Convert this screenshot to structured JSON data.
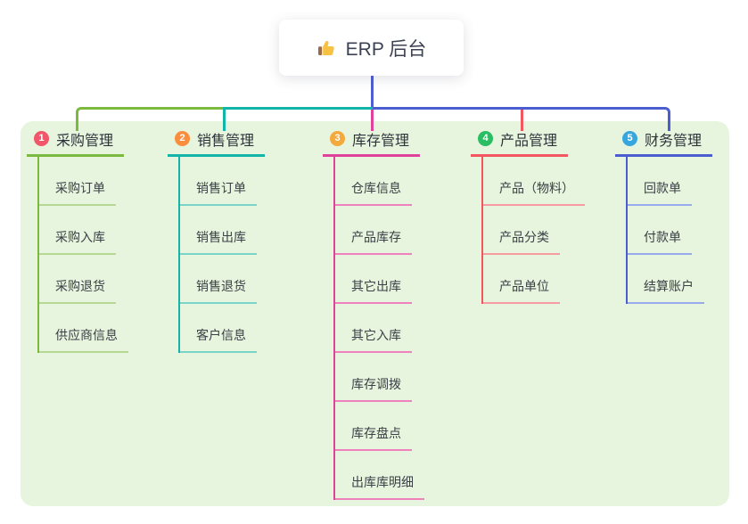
{
  "root": {
    "icon": "thumbs-up-icon",
    "label": "ERP 后台"
  },
  "canvas": {
    "page_background": "#ffffff",
    "panel_background": "#e7f5de",
    "root_connector_color": "#4f5ed0"
  },
  "branches": [
    {
      "number": "1",
      "label": "采购管理",
      "badge_color": "#f2566a",
      "line_color": "#7cb93f",
      "child_line_color": "#b5d893",
      "children": [
        "采购订单",
        "采购入库",
        "采购退货",
        "供应商信息"
      ]
    },
    {
      "number": "2",
      "label": "销售管理",
      "badge_color": "#fb8e3d",
      "line_color": "#13b5a9",
      "child_line_color": "#7ad4c9",
      "children": [
        "销售订单",
        "销售出库",
        "销售退货",
        "客户信息"
      ]
    },
    {
      "number": "3",
      "label": "库存管理",
      "badge_color": "#f3a93b",
      "line_color": "#e0419a",
      "child_line_color": "#ef82bd",
      "children": [
        "仓库信息",
        "产品库存",
        "其它出库",
        "其它入库",
        "库存调拨",
        "库存盘点",
        "出库库明细"
      ]
    },
    {
      "number": "4",
      "label": "产品管理",
      "badge_color": "#2abd62",
      "line_color": "#f2565f",
      "child_line_color": "#f79ba1",
      "children": [
        "产品（物料）",
        "产品分类",
        "产品单位"
      ]
    },
    {
      "number": "5",
      "label": "财务管理",
      "badge_color": "#36a7de",
      "line_color": "#4a5ed0",
      "child_line_color": "#97aaec",
      "children": [
        "回款单",
        "付款单",
        "结算账户"
      ]
    }
  ]
}
